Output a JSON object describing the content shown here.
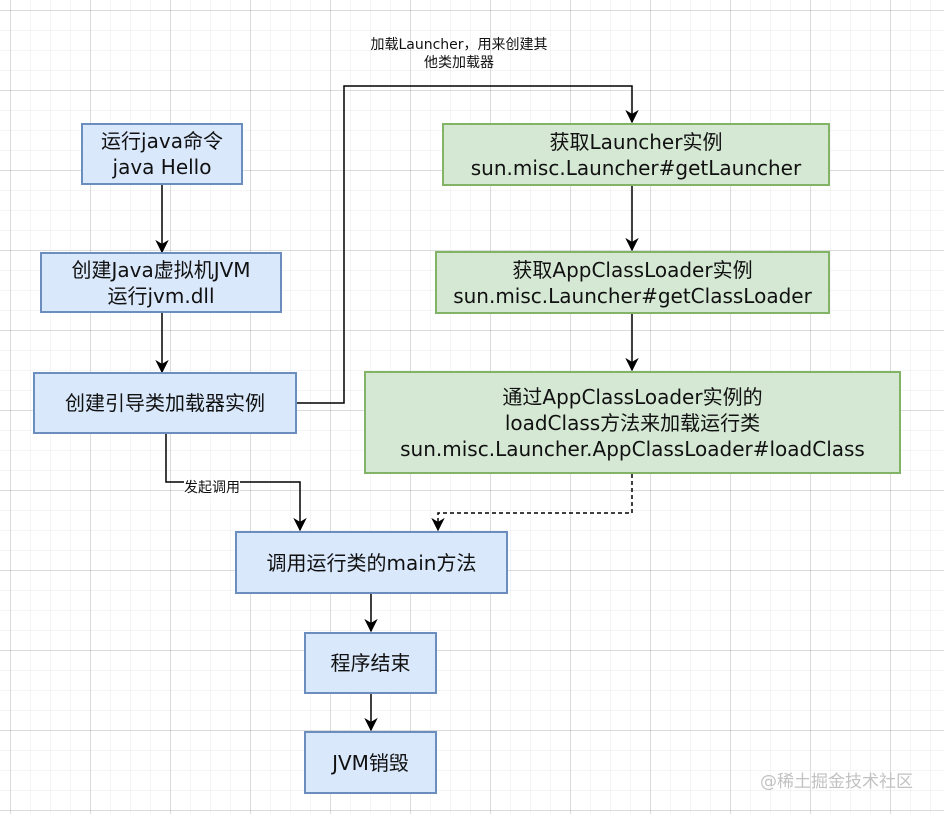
{
  "nodes": {
    "run_java": {
      "line1": "运行java命令",
      "line2": "java Hello"
    },
    "create_jvm": {
      "line1": "创建Java虚拟机JVM",
      "line2": "运行jvm.dll"
    },
    "bootstrap": {
      "line1": "创建引导类加载器实例"
    },
    "get_launcher": {
      "line1": "获取Launcher实例",
      "line2": "sun.misc.Launcher#getLauncher"
    },
    "get_app_loader": {
      "line1": "获取AppClassLoader实例",
      "line2": "sun.misc.Launcher#getClassLoader"
    },
    "load_class": {
      "line1": "通过AppClassLoader实例的",
      "line2": "loadClass方法来加载运行类",
      "line3": "sun.misc.Launcher.AppClassLoader#loadClass"
    },
    "call_main": {
      "line1": "调用运行类的main方法"
    },
    "program_end": {
      "line1": "程序结束"
    },
    "jvm_destroy": {
      "line1": "JVM销毁"
    }
  },
  "edge_labels": {
    "load_launcher": {
      "line1": "加载Launcher，用来创建其",
      "line2": "他类加载器"
    },
    "invoke": "发起调用"
  },
  "watermark": "@稀土掘金技术社区",
  "colors": {
    "blue_fill": "#dae8fc",
    "blue_stroke": "#6c8ebf",
    "green_fill": "#d5e8d4",
    "green_stroke": "#82b366",
    "edge": "#000000"
  }
}
